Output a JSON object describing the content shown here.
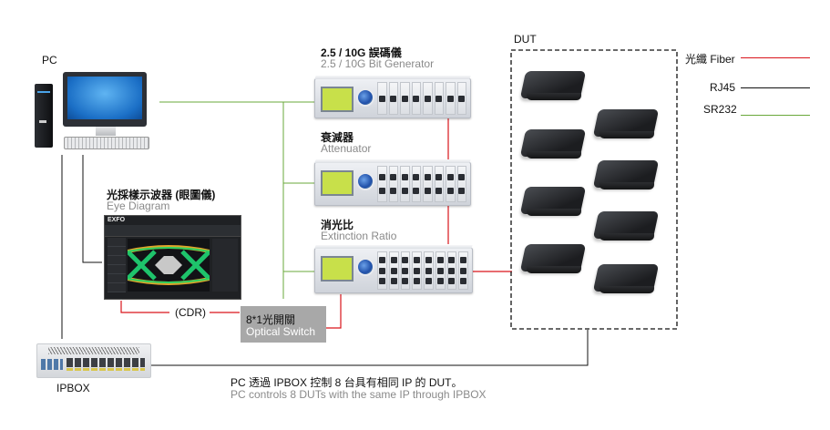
{
  "pc": {
    "label": "PC",
    "icon": "desktop-computer-icon"
  },
  "ipbox": {
    "label": "IPBOX",
    "icon": "network-switch-icon"
  },
  "bit_generator": {
    "label_zh": "2.5 / 10G 誤碼儀",
    "label_en": "2.5 / 10G Bit Generator"
  },
  "attenuator": {
    "label_zh": "衰減器",
    "label_en": "Attenuator"
  },
  "extinction_ratio": {
    "label_zh": "消光比",
    "label_en": "Extinction Ratio"
  },
  "eye_diagram": {
    "label_zh": "光採樣示波器 (眼圖儀)",
    "label_en": "Eye Diagram",
    "brand": "EXFO"
  },
  "cdr": {
    "label": "(CDR)"
  },
  "optical_switch": {
    "label_zh": "8*1光開關",
    "label_en": "Optical Switch"
  },
  "dut": {
    "label": "DUT",
    "count": 8
  },
  "legend": {
    "items": [
      {
        "label": "光纖 Fiber",
        "color": "#d9141b"
      },
      {
        "label": "RJ45",
        "color": "#111111"
      },
      {
        "label": "SR232",
        "color": "#6aa83b"
      }
    ]
  },
  "caption": {
    "zh": "PC 透過 IPBOX 控制 8 台具有相同 IP 的 DUT。",
    "en": "PC controls 8 DUTs with the same IP through IPBOX"
  },
  "colors": {
    "fiber": "#d9141b",
    "rj45": "#111111",
    "sr232": "#6aa83b"
  }
}
